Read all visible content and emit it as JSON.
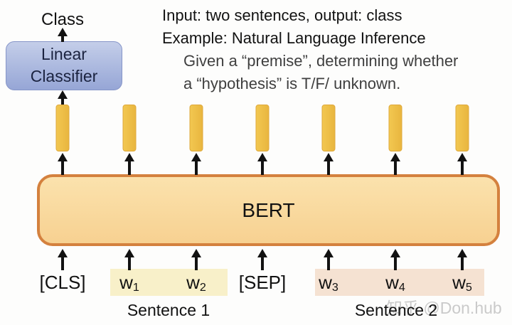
{
  "colors": {
    "bg": "#FDFDFC",
    "ink": "#121212",
    "gray-ink": "#3F3F3F",
    "classifier-fill-top": "#C4CEE9",
    "classifier-fill-bottom": "#96A6D6",
    "classifier-border": "#8695C8",
    "classifier-ink": "#1B2340",
    "bar-fill": "#F2C750",
    "bar-fill-dark": "#E9B63F",
    "bar-border": "#DFA93C",
    "bert-fill-top": "#FBE2AD",
    "bert-fill-bottom": "#F7D191",
    "bert-border": "#D4813E",
    "sent1-highlight": "#F8F0C9",
    "sent2-highlight": "#F5E2D2",
    "watermark-ink": "#C2C2C2"
  },
  "notes": {
    "line1": "Input: two sentences, output: class",
    "line2": "Example: Natural Language Inference",
    "line3": "Given a “premise”, determining whether",
    "line4": "a “hypothesis” is T/F/ unknown."
  },
  "classifier": {
    "output_label": "Class",
    "line1": "Linear",
    "line2": "Classifier"
  },
  "bert": {
    "label": "BERT"
  },
  "tokens": [
    {
      "text": "[CLS]",
      "sub": ""
    },
    {
      "text": "w",
      "sub": "1"
    },
    {
      "text": "w",
      "sub": "2"
    },
    {
      "text": "[SEP]",
      "sub": ""
    },
    {
      "text": "w",
      "sub": "3"
    },
    {
      "text": "w",
      "sub": "4"
    },
    {
      "text": "w",
      "sub": "5"
    }
  ],
  "groups": {
    "sentence1": "Sentence 1",
    "sentence2": "Sentence 2"
  },
  "watermark": "知乎 @Don.hub"
}
